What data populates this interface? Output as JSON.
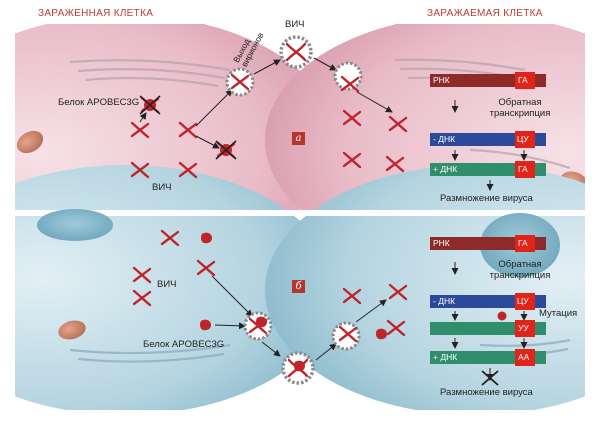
{
  "headers": {
    "infected_cell": "ЗАРАЖЕННАЯ КЛЕТКА",
    "target_cell": "ЗАРАЖАЕМАЯ КЛЕТКА"
  },
  "top_panel": {
    "panel_letter": "а",
    "protein_label": "Белок APOBEC3G",
    "hiv_label_left": "ВИЧ",
    "virion_exit_line1": "Выход",
    "virion_exit_line2": "вирионов",
    "hiv_label_virion": "ВИЧ",
    "rna_strand": {
      "label": "РНК",
      "codon": "ГА"
    },
    "rt_line1": "Обратная",
    "rt_line2": "транскрипция",
    "minus_dna_strand": {
      "label": "- ДНК",
      "codon": "ЦУ"
    },
    "plus_dna_strand": {
      "label": "+ ДНК",
      "codon": "ГА"
    },
    "result": "Размножение вируса"
  },
  "bottom_panel": {
    "panel_letter": "б",
    "hiv_label": "ВИЧ",
    "protein_label": "Белок APOBEC3G",
    "rna_strand": {
      "label": "РНК",
      "codon": "ГА"
    },
    "rt_line1": "Обратная",
    "rt_line2": "транскрипция",
    "minus_dna_strand": {
      "label": "- ДНК",
      "codon": "ЦУ"
    },
    "mutation_label": "Мутация",
    "mutated_strand": {
      "label": "",
      "codon": "УУ"
    },
    "plus_dna_strand": {
      "label": "+ ДНК",
      "codon": "АА"
    },
    "result": "Размножение вируса"
  },
  "colors": {
    "pink_cell": "#eec9d1",
    "blue_cell": "#b5d6e2",
    "rna_strand": "#8e2a2a",
    "minus_dna_strand": "#2c4a9a",
    "plus_dna_strand": "#2f8f6c",
    "codon_box": "#e2231a",
    "virus_red": "#c0242b",
    "header_red": "#c0392b"
  },
  "icons": [
    "hiv-genome-icon",
    "apobec3g-protein-icon",
    "virion-icon",
    "blocked-icon",
    "mitochondrion-icon",
    "nucleus-icon",
    "down-arrow-icon"
  ]
}
